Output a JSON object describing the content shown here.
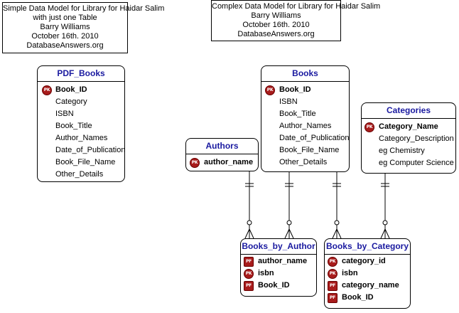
{
  "notes": {
    "simple": {
      "lines": [
        "Simple Data Model for Library for Haidar Salim",
        "with just one Table",
        "Barry Williams",
        "October 16th. 2010",
        "DatabaseAnswers.org"
      ]
    },
    "complex": {
      "lines": [
        "Complex Data Model for Library for Haidar Salim",
        "Barry Williams",
        "October 16th. 2010",
        "DatabaseAnswers.org"
      ]
    }
  },
  "entities": {
    "pdf_books": {
      "title": "PDF_Books",
      "key": {
        "badge": "PK",
        "name": "Book_ID"
      },
      "fields": [
        "Category",
        "ISBN",
        "Book_Title",
        "Author_Names",
        "Date_of_Publication",
        "Book_File_Name",
        "Other_Details"
      ]
    },
    "books": {
      "title": "Books",
      "key": {
        "badge": "PK",
        "name": "Book_ID"
      },
      "fields": [
        "ISBN",
        "Book_Title",
        "Author_Names",
        "Date_of_Publication",
        "Book_File_Name",
        "Other_Details"
      ]
    },
    "categories": {
      "title": "Categories",
      "key": {
        "badge": "PK",
        "name": "Category_Name"
      },
      "fields": [
        "Category_Description",
        "eg Chemistry",
        "eg Computer Science"
      ]
    },
    "authors": {
      "title": "Authors",
      "key": {
        "badge": "PK",
        "name": "author_name"
      }
    },
    "books_by_author": {
      "title": "Books_by_Author",
      "keys": [
        {
          "badge": "PF",
          "name": "author_name"
        },
        {
          "badge": "PK",
          "name": "isbn"
        },
        {
          "badge": "PF",
          "name": "Book_ID"
        }
      ]
    },
    "books_by_category": {
      "title": "Books_by_Category",
      "keys": [
        {
          "badge": "PK",
          "name": "category_id"
        },
        {
          "badge": "PK",
          "name": "isbn"
        },
        {
          "badge": "PF",
          "name": "category_name"
        },
        {
          "badge": "PF",
          "name": "Book_ID"
        }
      ]
    }
  },
  "colors": {
    "entity_title": "#1a1aa0",
    "badge_fill": "#a81c1c",
    "line": "#000000"
  }
}
